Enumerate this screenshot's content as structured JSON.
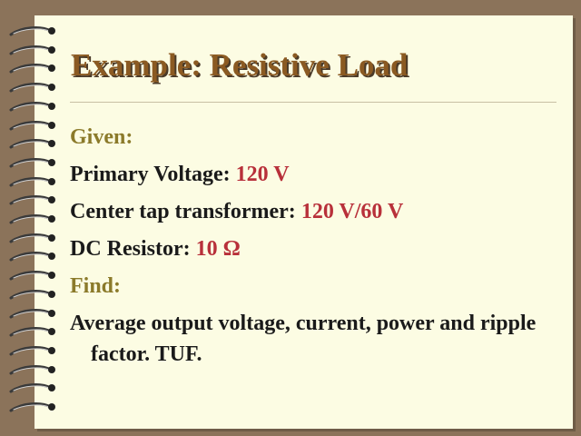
{
  "slide": {
    "title": "Example: Resistive Load",
    "given_label": "Given:",
    "primary_voltage_label": "Primary Voltage:",
    "primary_voltage_value": "120 V",
    "transformer_label": "Center tap transformer:",
    "transformer_value": "120 V/60 V",
    "resistor_label": "DC Resistor:",
    "resistor_value": "10 Ω",
    "find_label": "Find:",
    "find_text": "Average output voltage, current, power and ripple factor. TUF."
  },
  "colors": {
    "background": "#8b735a",
    "paper": "#fcfce3",
    "title": "#8b5a22",
    "heading": "#8b7a2a",
    "value": "#b8303a",
    "text": "#1a1a1a"
  }
}
